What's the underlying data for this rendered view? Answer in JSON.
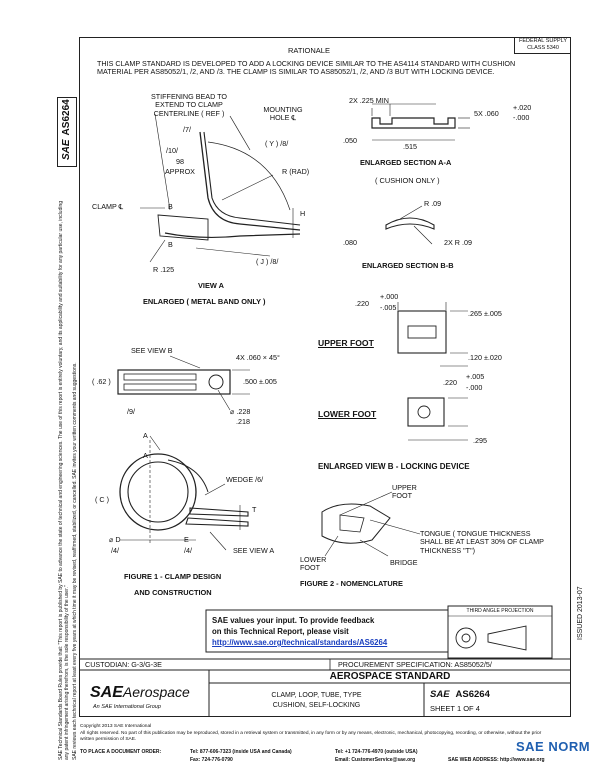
{
  "header": {
    "category": "FEDERAL SUPPLY CLASS 5340",
    "rationale": "RATIONALE",
    "rationale_text": "THIS CLAMP STANDARD IS DEVELOPED TO ADD A LOCKING DEVICE SIMILAR TO THE AS4114 STANDARD WITH CUSHION MATERIAL PER AS85052/1, /2, AND /3. THE CLAMP IS SIMILAR TO AS85052/1, /2, AND /3 BUT WITH LOCKING DEVICE."
  },
  "spine": {
    "doc_number": "AS6264",
    "sae_mark": "SAE",
    "notice_1": "SAE Technical Standards Board Rules provide that: \"This report is published by SAE to advance the state of technical and engineering sciences. The use of this report is entirely voluntary, and its applicability and suitability for any particular use, including any patent infringement arising therefrom, is the sole responsibility of the user.\"",
    "notice_2": "SAE reviews each technical report at least every five years at which time it may be revised, reaffirmed, stabilized, or cancelled. SAE invites your written comments and suggestions."
  },
  "right_margin": {
    "issued": "ISSUED 2013-07"
  },
  "view_a": {
    "stiffening_bead": "STIFFENING BEAD TO EXTEND TO CLAMP CENTERLINE ( REF )",
    "note7": "/7/",
    "mounting_hole": "MOUNTING HOLE ℄",
    "y_dim": "( Y ) /8/",
    "angle_10": "/10/",
    "angle_98": "98",
    "approx": "APPROX",
    "r_rad": "R (RAD)",
    "clamp_cl": "CLAMP ℄",
    "b_top": "B",
    "b_bot": "B",
    "h_dim": "H",
    "r125": "R .125",
    "j_dim": "( J ) /8/",
    "title": "VIEW A",
    "subtitle": "ENLARGED ( METAL BAND ONLY )"
  },
  "section_aa": {
    "dim_2x": "2X .225 MIN",
    "dim_5x": "5X .060",
    "tol_plus": "+.020",
    "tol_minus": "-.000",
    "dim_050": ".050",
    "dim_515": ".515",
    "title": "ENLARGED SECTION A-A",
    "subtitle": "( CUSHION ONLY )"
  },
  "section_bb": {
    "r09": "R .09",
    "dim_080": ".080",
    "dim_2xr": "2X R .09",
    "title": "ENLARGED SECTION B-B"
  },
  "upper_foot": {
    "dim_220": ".220",
    "tol_plus": "+.000",
    "tol_minus": "-.005",
    "dim_265": ".265 ±.005",
    "dim_120": ".120 ±.020",
    "title": "UPPER FOOT"
  },
  "lower_foot": {
    "dim_220": ".220",
    "tol_plus": "+.005",
    "tol_minus": "-.000",
    "dim_295": ".295",
    "title": "LOWER FOOT"
  },
  "view_b_title": "ENLARGED VIEW B - LOCKING DEVICE",
  "clamp_plan": {
    "see_view_b": "SEE VIEW B",
    "chamfer": "4X .060 × 45°",
    "dim_62": "( .62 )",
    "dim_500": ".500 ±.005",
    "note9": "/9/",
    "dia_228": "⌀ .228",
    "dia_218": ".218"
  },
  "clamp_side": {
    "a_top": "A",
    "a_bot": "A",
    "wedge": "WEDGE /6/",
    "c_dim": "( C )",
    "t_dim": "T",
    "d_dim": "⌀ D",
    "note4a": "/4/",
    "e_dim": "E",
    "note4b": "/4/",
    "see_view_a": "SEE VIEW A"
  },
  "figure1": {
    "line1": "FIGURE 1 - CLAMP DESIGN",
    "line2": "AND CONSTRUCTION"
  },
  "nomenclature": {
    "upper_foot": "UPPER FOOT",
    "tongue": "TONGUE ( TONGUE THICKNESS SHALL BE AT LEAST 30% OF CLAMP THICKNESS \"T\")",
    "lower_foot": "LOWER FOOT",
    "bridge": "BRIDGE",
    "title": "FIGURE 2 - NOMENCLATURE"
  },
  "feedback": {
    "line1": "SAE values your input. To provide feedback",
    "line2": "on this Technical Report, please visit",
    "url": "http://www.sae.org/technical/standards/AS6264"
  },
  "projection": {
    "label": "THIRD ANGLE PROJECTION"
  },
  "title_block": {
    "custodian": "CUSTODIAN: G-3/G-3E",
    "procurement": "PROCUREMENT SPECIFICATION: AS85052/5/",
    "logo_main": "SAE",
    "logo_aero": "Aerospace",
    "logo_sub": "An SAE International Group",
    "standard": "AEROSPACE STANDARD",
    "desc_line1": "CLAMP, LOOP, TUBE, TYPE",
    "desc_line2": "CUSHION, SELF-LOCKING",
    "doc_number": "AS6264",
    "sheet": "SHEET 1 OF 4"
  },
  "footer": {
    "copyright": "Copyright 2013 SAE International",
    "rights": "All rights reserved. No part of this publication may be reproduced, stored in a retrieval system or transmitted, in any form or by any means, electronic, mechanical, photocopying, recording, or otherwise, without the prior written permission of SAE.",
    "order": "TO PLACE A DOCUMENT ORDER:",
    "tel1": "Tel: 877-606-7323 (inside USA and Canada)",
    "fax": "Fax: 724-776-0790",
    "tel2": "Tel: +1 724-776-4970 (outside USA)",
    "email": "Email: CustomerService@sae.org",
    "web": "SAE WEB ADDRESS: http://www.sae.org"
  },
  "watermark": {
    "text": "SAE NORM"
  }
}
